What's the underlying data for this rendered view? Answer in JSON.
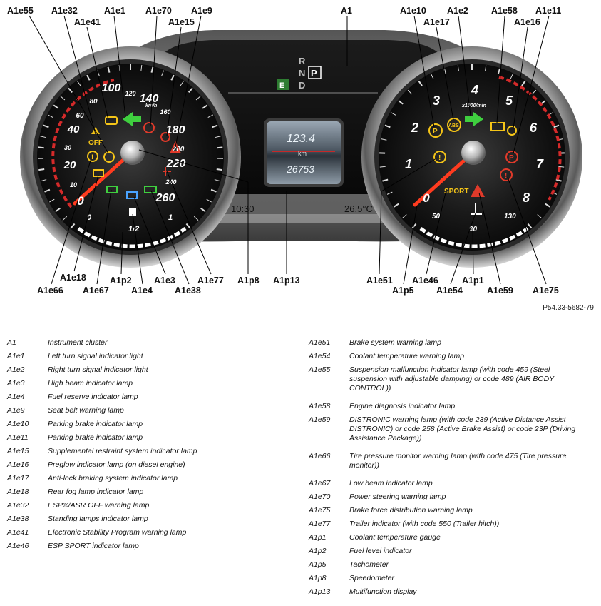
{
  "callouts": {
    "a1e55": "A1e55",
    "a1e32": "A1e32",
    "a1e41": "A1e41",
    "a1e1": "A1e1",
    "a1e70": "A1e70",
    "a1e15": "A1e15",
    "a1e9": "A1e9",
    "a1": "A1",
    "a1e10": "A1e10",
    "a1e17": "A1e17",
    "a1e2": "A1e2",
    "a1e58": "A1e58",
    "a1e16": "A1e16",
    "a1e11": "A1e11",
    "a1e18": "A1e18",
    "a1e66": "A1e66",
    "a1e67": "A1e67",
    "a1p2": "A1p2",
    "a1e4": "A1e4",
    "a1e3": "A1e3",
    "a1e38": "A1e38",
    "a1e77": "A1e77",
    "a1p8": "A1p8",
    "a1p13": "A1p13",
    "a1e51": "A1e51",
    "a1p5": "A1p5",
    "a1e46": "A1e46",
    "a1e54": "A1e54",
    "a1p1": "A1p1",
    "a1e59": "A1e59",
    "a1e75": "A1e75"
  },
  "display": {
    "gear_r": "R",
    "gear_n": "N",
    "gear_p": "P",
    "gear_d": "D",
    "gear_e": "E",
    "trip": "123.4",
    "unit": "km",
    "odometer": "26753",
    "time": "10:30",
    "temp": "26.5°C"
  },
  "speedo": {
    "ticks": [
      "0",
      "10",
      "20",
      "30",
      "40",
      "60",
      "80",
      "100",
      "120",
      "140",
      "160",
      "180",
      "200",
      "220",
      "240",
      "260"
    ],
    "unit": "km/h",
    "fuel_half": "1/2",
    "fuel_zero": "0",
    "fuel_one": "1",
    "off_label": "OFF"
  },
  "tacho": {
    "ticks": [
      "0",
      "1",
      "2",
      "3",
      "4",
      "5",
      "6",
      "7",
      "8"
    ],
    "unit": "x1000/min",
    "sport": "SPORT",
    "cool_50": "50",
    "cool_90": "90",
    "cool_130": "130",
    "abs": "ABS"
  },
  "ref_code": "P54.33-5682-79",
  "legend_left": [
    {
      "code": "A1",
      "text": "Instrument cluster"
    },
    {
      "code": "A1e1",
      "text": "Left turn signal indicator light"
    },
    {
      "code": "A1e2",
      "text": "Right turn signal indicator light"
    },
    {
      "code": "A1e3",
      "text": "High beam indicator lamp"
    },
    {
      "code": "A1e4",
      "text": "Fuel reserve indicator lamp"
    },
    {
      "code": "A1e9",
      "text": "Seat belt warning lamp"
    },
    {
      "code": "A1e10",
      "text": "Parking brake indicator lamp"
    },
    {
      "code": "A1e11",
      "text": "Parking brake indicator lamp"
    },
    {
      "code": "A1e15",
      "text": "Supplemental restraint system indicator lamp"
    },
    {
      "code": "A1e16",
      "text": "Preglow indicator lamp (on diesel engine)"
    },
    {
      "code": "A1e17",
      "text": "Anti-lock braking system indicator lamp"
    },
    {
      "code": "A1e18",
      "text": "Rear fog lamp indicator lamp"
    },
    {
      "code": "A1e32",
      "text": "ESP®/ASR OFF warning lamp"
    },
    {
      "code": "A1e38",
      "text": "Standing lamps indicator lamp"
    },
    {
      "code": "A1e41",
      "text": "Electronic Stability Program warning lamp"
    },
    {
      "code": "A1e46",
      "text": "ESP SPORT indicator lamp"
    }
  ],
  "legend_right": [
    {
      "code": "A1e51",
      "text": "Brake system warning lamp"
    },
    {
      "code": "A1e54",
      "text": "Coolant temperature warning lamp"
    },
    {
      "code": "A1e55",
      "text": "Suspension malfunction indicator lamp (with code 459 (Steel suspension with adjustable damping) or code 489 (AIR BODY CONTROL))"
    },
    {
      "code": "A1e58",
      "text": "Engine diagnosis indicator lamp"
    },
    {
      "code": "A1e59",
      "text": "DISTRONIC warning lamp (with code 239 (Active Distance Assist DISTRONIC) or code 258 (Active Brake Assist) or code 23P (Driving Assistance Package))"
    },
    {
      "code": "A1e66",
      "text": "Tire pressure monitor warning lamp (with code 475 (Tire pressure monitor))"
    },
    {
      "code": "A1e67",
      "text": "Low beam indicator lamp"
    },
    {
      "code": "A1e70",
      "text": "Power steering warning lamp"
    },
    {
      "code": "A1e75",
      "text": "Brake force distribution warning lamp"
    },
    {
      "code": "A1e77",
      "text": "Trailer indicator (with code 550 (Trailer hitch))"
    },
    {
      "code": "A1p1",
      "text": "Coolant temperature gauge"
    },
    {
      "code": "A1p2",
      "text": "Fuel level indicator"
    },
    {
      "code": "A1p5",
      "text": "Tachometer"
    },
    {
      "code": "A1p8",
      "text": "Speedometer"
    },
    {
      "code": "A1p13",
      "text": "Multifunction display"
    }
  ]
}
